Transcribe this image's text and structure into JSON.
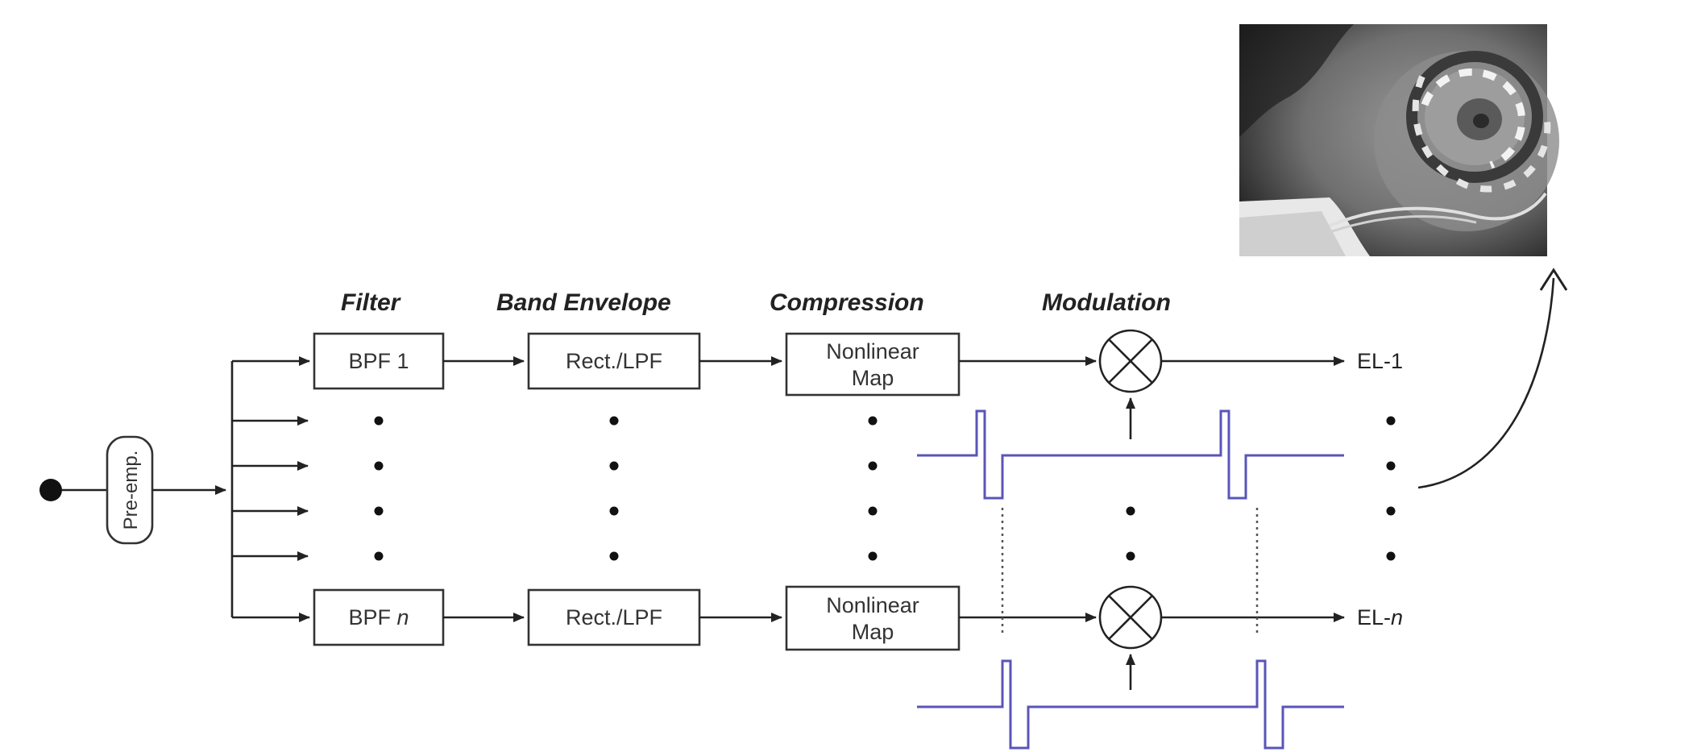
{
  "stages": {
    "filter": "Filter",
    "band_envelope": "Band Envelope",
    "compression": "Compression",
    "modulation": "Modulation"
  },
  "pre_emphasis": "Pre-emp.",
  "channel_1": {
    "filter": "BPF 1",
    "envelope": "Rect./LPF",
    "compression_line1": "Nonlinear",
    "compression_line2": "Map",
    "output": "EL-1"
  },
  "channel_n": {
    "filter_prefix": "BPF ",
    "filter_index": "n",
    "envelope": "Rect./LPF",
    "compression_line1": "Nonlinear",
    "compression_line2": "Map",
    "output_prefix": "EL-",
    "output_index": "n"
  },
  "image": {
    "description_icon": "cochlear-implant-xray-image"
  },
  "colors": {
    "pulse": "#5a55b8",
    "line": "#222222"
  }
}
